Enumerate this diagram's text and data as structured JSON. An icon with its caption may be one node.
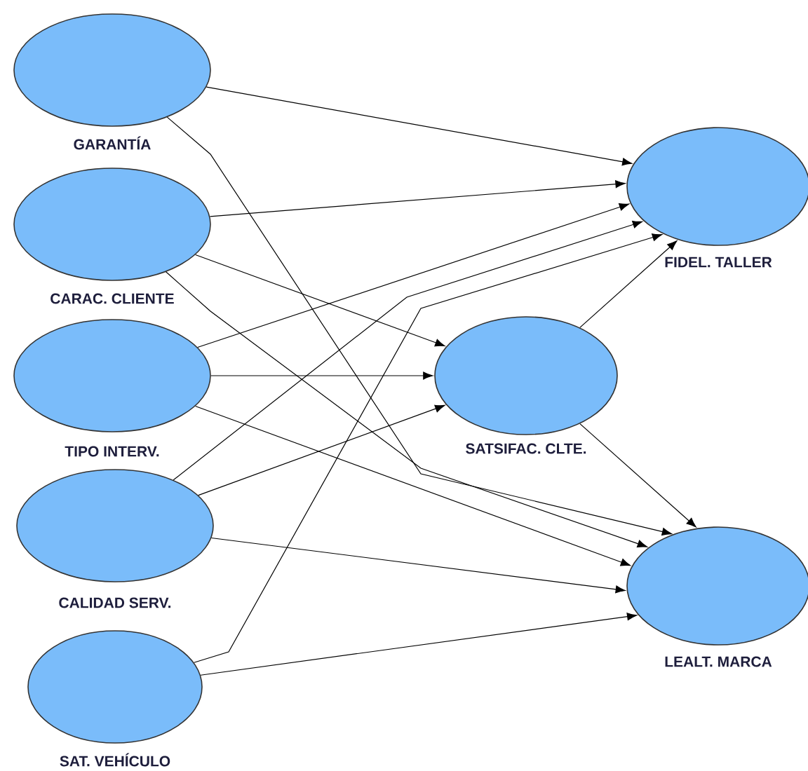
{
  "diagram": {
    "nodes": [
      {
        "text": [
          "GARANTÍA"
        ]
      },
      {
        "text": [
          "CARAC. CLIENTE"
        ]
      },
      {
        "text": [
          "TIPO INTERV."
        ]
      },
      {
        "text": [
          "CALIDAD SERV."
        ]
      },
      {
        "text": [
          "SAT. VEHÍCULO"
        ]
      },
      {
        "text": [
          "FIDEL. TALLER"
        ]
      },
      {
        "text": [
          "SATSIFAC. CLTE."
        ]
      },
      {
        "text": [
          "LEALT. MARCA"
        ]
      }
    ],
    "edges": [
      {
        "from": 0,
        "to": 5,
        "arrow": "to"
      },
      {
        "from": 0,
        "to": 7,
        "arrow": "to"
      },
      {
        "from": 1,
        "to": 5,
        "arrow": "to"
      },
      {
        "from": 1,
        "to": 6,
        "arrow": "to"
      },
      {
        "from": 1,
        "to": 7,
        "arrow": "to"
      },
      {
        "from": 2,
        "to": 5,
        "arrow": "to"
      },
      {
        "from": 2,
        "to": 6,
        "arrow": "to"
      },
      {
        "from": 2,
        "to": 7,
        "arrow": "to"
      },
      {
        "from": 3,
        "to": 5,
        "arrow": "to"
      },
      {
        "from": 3,
        "to": 6,
        "arrow": "to"
      },
      {
        "from": 3,
        "to": 7,
        "arrow": "to"
      },
      {
        "from": 4,
        "to": 5,
        "arrow": "to"
      },
      {
        "from": 4,
        "to": 7,
        "arrow": "to"
      },
      {
        "from": 6,
        "to": 5,
        "arrow": "to"
      },
      {
        "from": 6,
        "to": 7,
        "arrow": "to"
      }
    ]
  }
}
